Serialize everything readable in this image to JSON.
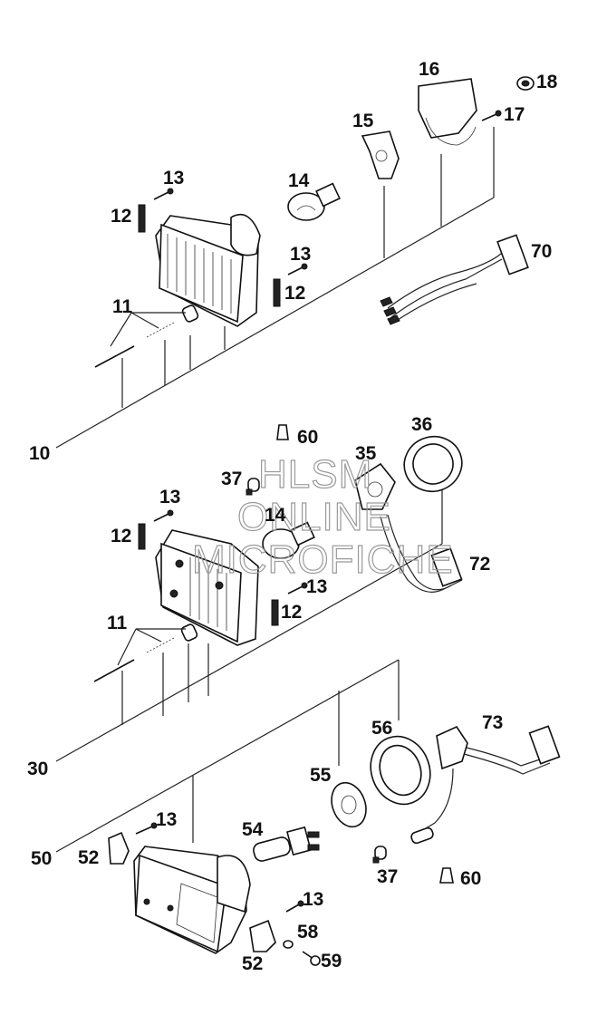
{
  "watermark": {
    "line1": "HLSM",
    "line2": "ONLINE",
    "line3": "MICROFICHE"
  },
  "callouts": {
    "n10": "10",
    "n11a": "11",
    "n12a": "12",
    "n13a": "13",
    "n12b": "12",
    "n13b": "13",
    "n14a": "14",
    "n15": "15",
    "n16": "16",
    "n17": "17",
    "n18": "18",
    "n70": "70",
    "n30": "30",
    "n11b": "11",
    "n12c": "12",
    "n13c": "13",
    "n12d": "12",
    "n13d": "13",
    "n14b": "14",
    "n35": "35",
    "n36": "36",
    "n37a": "37",
    "n60a": "60",
    "n72": "72",
    "n50": "50",
    "n52a": "52",
    "n13e": "13",
    "n52b": "52",
    "n13f": "13",
    "n54": "54",
    "n55": "55",
    "n56": "56",
    "n58": "58",
    "n59": "59",
    "n60b": "60",
    "n37b": "37",
    "n73": "73"
  }
}
